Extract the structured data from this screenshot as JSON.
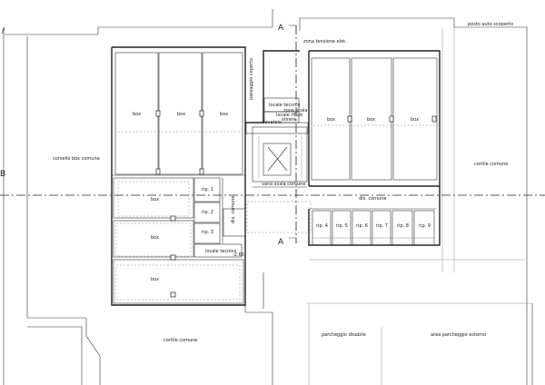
{
  "section_marks": {
    "top_letter": "A",
    "bottom_letter": "A",
    "left_letter": "B",
    "top_left_corner": "ℓ"
  },
  "labels": {
    "posto_auto": "posto auto scoperto",
    "passaggio": "passaggio coperto",
    "locale_tecnico_top": "locale tecnico",
    "locale_rifiuti": "locale rifiuti",
    "lavatoio": "lavatoio",
    "zona_tensione": "zona tensione elet.",
    "zona_scala": "zona scala",
    "stirere": "stirere",
    "corsello_box": "corsello box comune",
    "cortile_comune_right": "cortile comune",
    "cortile_comune_bottom": "cortile comune",
    "vano_scala": "vano scala comune",
    "dis_comune_left": "dis. comune",
    "dis_comune_right": "dis. comune",
    "locale_tecnico_bottom": "locale tecnico",
    "parcheggio_disabile": "parcheggio disabile",
    "area_parcheggio": "area parcheggio esterno"
  },
  "boxes_top_left": [
    "box",
    "box",
    "box"
  ],
  "boxes_top_right": [
    "box",
    "box",
    "box"
  ],
  "boxes_left": [
    "box",
    "box",
    "box"
  ],
  "storage_left": [
    "rip. 1",
    "rip. 2",
    "rip. 3"
  ],
  "storage_right": [
    "rip. 4",
    "rip. 5",
    "rip. 6",
    "rip. 7",
    "rip. 8",
    "rip. 9"
  ],
  "level_tag": "-2.65"
}
